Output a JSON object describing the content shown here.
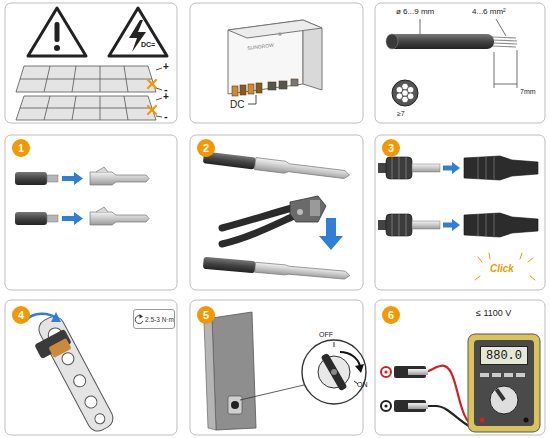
{
  "diagram": {
    "nodes": [
      {
        "text": [
          "1"
        ]
      },
      {
        "text": [
          "2"
        ]
      },
      {
        "text": [
          "3"
        ]
      },
      {
        "text": [
          "4"
        ]
      },
      {
        "text": [
          "5"
        ]
      },
      {
        "text": [
          "6"
        ]
      },
      {
        "text": [
          "2.5-3 N·m"
        ]
      },
      {
        "text": [
          "880.0"
        ]
      }
    ],
    "labels": [
      "DC=",
      "+",
      "-",
      "+",
      "-",
      "SUNGROW",
      "DC",
      "ø 6...9 mm",
      "4...6 mm²",
      "≥7",
      "7mm",
      "Click",
      "OFF",
      "ON",
      "≤ 1100 V"
    ]
  }
}
